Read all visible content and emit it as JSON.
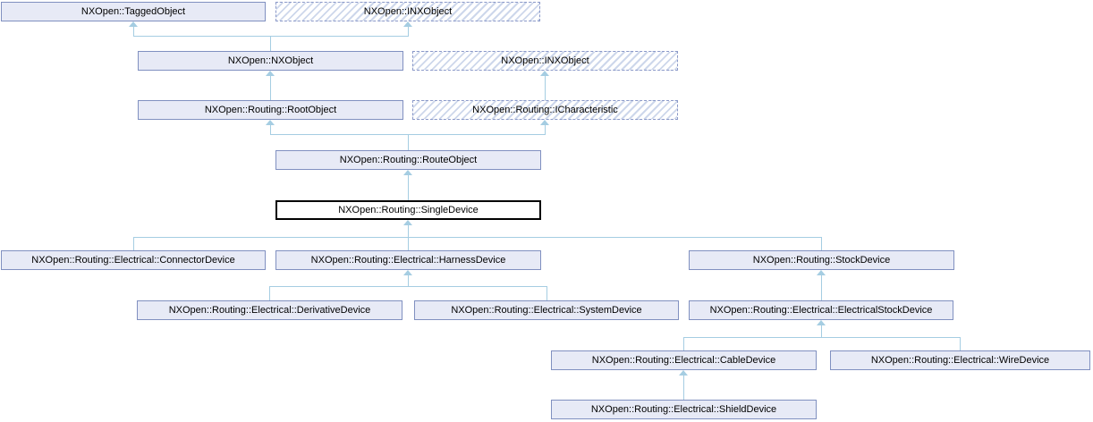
{
  "diagram": {
    "type": "class-inheritance-graph",
    "focus_class": "NXOpen::Routing::SingleDevice",
    "colors": {
      "node_fill": "#E7EAF6",
      "node_border": "#8090C0",
      "dashed_border": "#8A98C8",
      "hatch_stripe": "#CDD7EB",
      "edge_line": "#A5CDE2",
      "focus_border": "#000000",
      "text": "#000000",
      "background": "#FFFFFF"
    },
    "nodes": {
      "tagged_object": {
        "label": "NXOpen::TaggedObject",
        "style": "solid"
      },
      "inx_object_top": {
        "label": "NXOpen::INXObject",
        "style": "dashed"
      },
      "nx_object": {
        "label": "NXOpen::NXObject",
        "style": "solid"
      },
      "inx_object_mid": {
        "label": "NXOpen::INXObject",
        "style": "dashed"
      },
      "root_object": {
        "label": "NXOpen::Routing::RootObject",
        "style": "solid"
      },
      "icharacteristic": {
        "label": "NXOpen::Routing::ICharacteristic",
        "style": "dashed"
      },
      "route_object": {
        "label": "NXOpen::Routing::RouteObject",
        "style": "solid"
      },
      "single_device": {
        "label": "NXOpen::Routing::SingleDevice",
        "style": "focus"
      },
      "connector_device": {
        "label": "NXOpen::Routing::Electrical::ConnectorDevice",
        "style": "solid"
      },
      "harness_device": {
        "label": "NXOpen::Routing::Electrical::HarnessDevice",
        "style": "solid"
      },
      "stock_device": {
        "label": "NXOpen::Routing::StockDevice",
        "style": "solid"
      },
      "derivative_device": {
        "label": "NXOpen::Routing::Electrical::DerivativeDevice",
        "style": "solid"
      },
      "system_device": {
        "label": "NXOpen::Routing::Electrical::SystemDevice",
        "style": "solid"
      },
      "electrical_stock_device": {
        "label": "NXOpen::Routing::Electrical::ElectricalStockDevice",
        "style": "solid"
      },
      "cable_device": {
        "label": "NXOpen::Routing::Electrical::CableDevice",
        "style": "solid"
      },
      "wire_device": {
        "label": "NXOpen::Routing::Electrical::WireDevice",
        "style": "solid"
      },
      "shield_device": {
        "label": "NXOpen::Routing::Electrical::ShieldDevice",
        "style": "solid"
      }
    },
    "edges": [
      {
        "from": "nx_object",
        "to": "tagged_object"
      },
      {
        "from": "nx_object",
        "to": "inx_object_top"
      },
      {
        "from": "root_object",
        "to": "nx_object"
      },
      {
        "from": "icharacteristic",
        "to": "inx_object_mid"
      },
      {
        "from": "route_object",
        "to": "root_object"
      },
      {
        "from": "route_object",
        "to": "icharacteristic"
      },
      {
        "from": "single_device",
        "to": "route_object"
      },
      {
        "from": "connector_device",
        "to": "single_device"
      },
      {
        "from": "harness_device",
        "to": "single_device"
      },
      {
        "from": "stock_device",
        "to": "single_device"
      },
      {
        "from": "derivative_device",
        "to": "harness_device"
      },
      {
        "from": "system_device",
        "to": "harness_device"
      },
      {
        "from": "electrical_stock_device",
        "to": "stock_device"
      },
      {
        "from": "cable_device",
        "to": "electrical_stock_device"
      },
      {
        "from": "wire_device",
        "to": "electrical_stock_device"
      },
      {
        "from": "shield_device",
        "to": "cable_device"
      }
    ]
  }
}
